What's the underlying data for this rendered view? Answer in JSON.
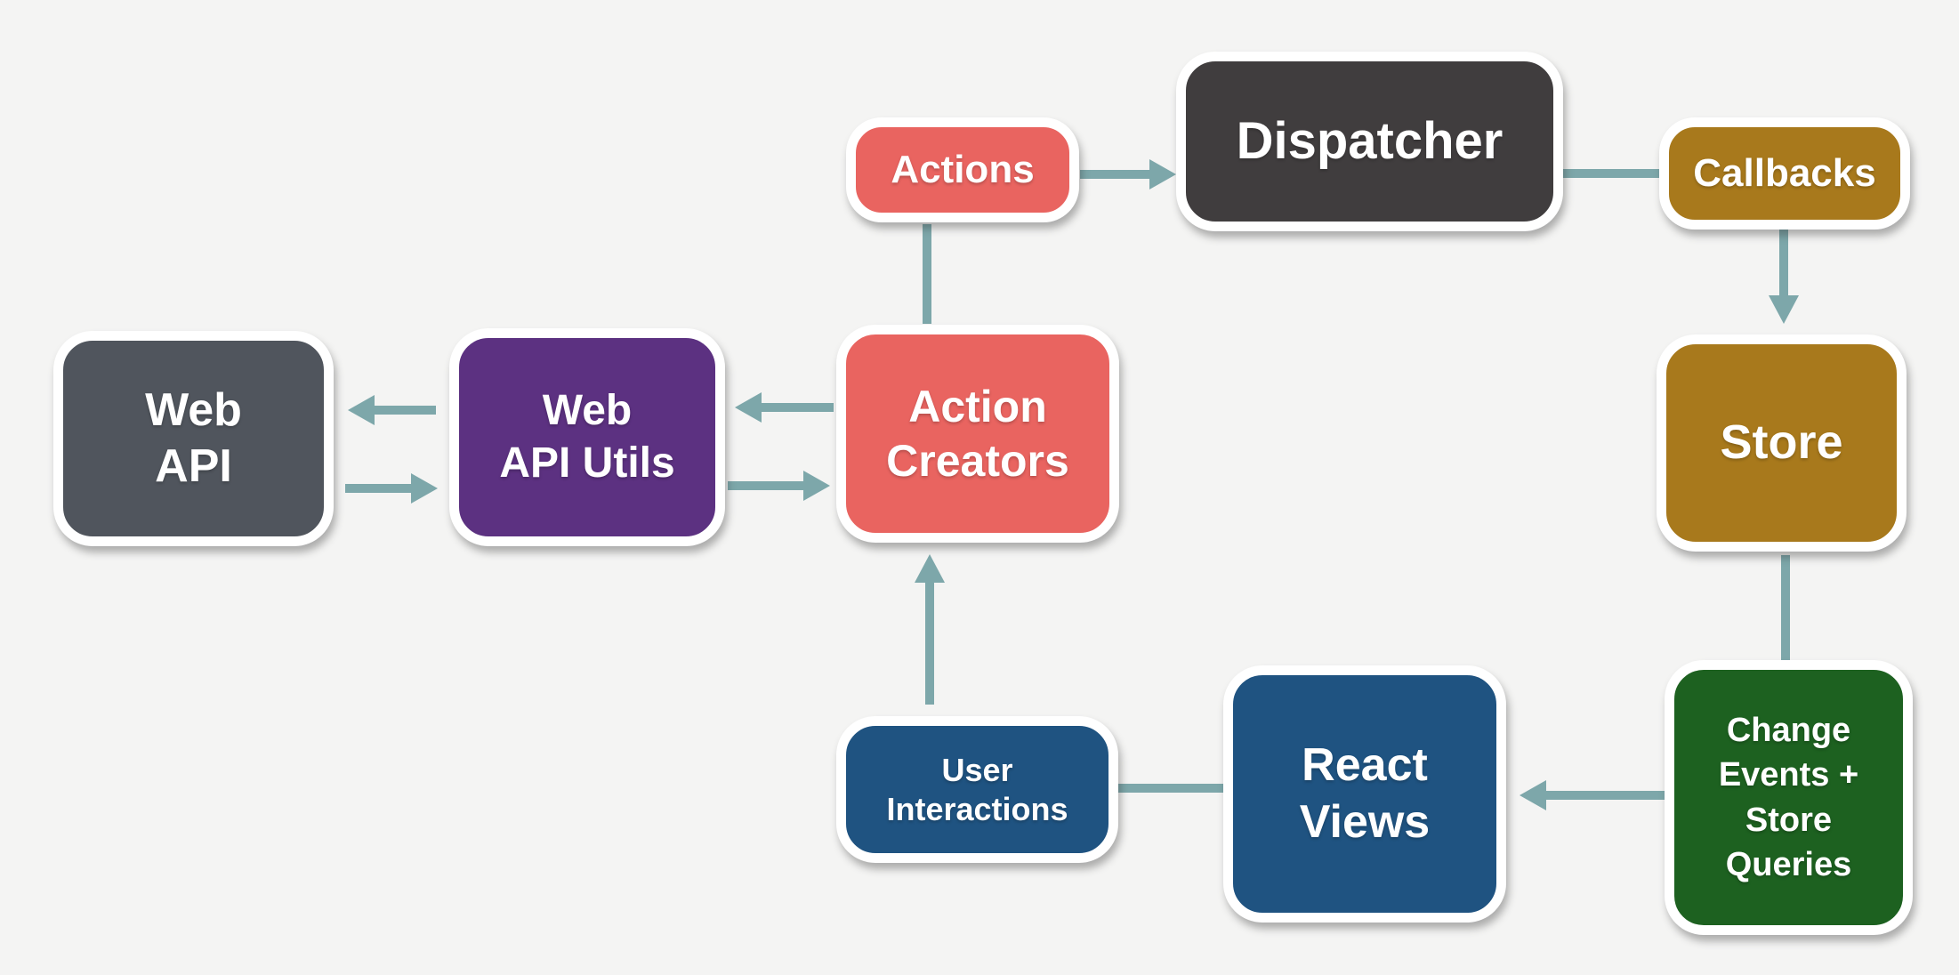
{
  "colors": {
    "background": "#f4f4f3",
    "connector": "#7da7aa",
    "node_border": "#ffffff",
    "node_text": "#ffffff",
    "salmon": "#e96460",
    "charcoal": "#403d3e",
    "gold": "#a8791c",
    "green": "#1d6120",
    "blue": "#1f5381",
    "purple": "#5c3181",
    "slate": "#50555d"
  },
  "diagram": {
    "nodes": [
      {
        "id": "web-api",
        "label": "Web\nAPI",
        "color": "#50555d"
      },
      {
        "id": "web-api-utils",
        "label": "Web\nAPI Utils",
        "color": "#5c3181"
      },
      {
        "id": "action-creators",
        "label": "Action\nCreators",
        "color": "#e96460"
      },
      {
        "id": "actions",
        "label": "Actions",
        "color": "#e96460"
      },
      {
        "id": "dispatcher",
        "label": "Dispatcher",
        "color": "#403d3e"
      },
      {
        "id": "callbacks",
        "label": "Callbacks",
        "color": "#a8791c"
      },
      {
        "id": "store",
        "label": "Store",
        "color": "#a8791c"
      },
      {
        "id": "change-events",
        "label": "Change\nEvents +\nStore\nQueries",
        "color": "#1d6120"
      },
      {
        "id": "react-views",
        "label": "React\nViews",
        "color": "#1f5381"
      },
      {
        "id": "user-interactions",
        "label": "User\nInteractions",
        "color": "#1f5381"
      }
    ],
    "connectors": [
      {
        "from": "actions",
        "to": "dispatcher",
        "direction": "right",
        "arrowhead": true
      },
      {
        "from": "dispatcher",
        "to": "callbacks",
        "direction": "right",
        "arrowhead": false
      },
      {
        "from": "callbacks",
        "to": "store",
        "direction": "down",
        "arrowhead": true
      },
      {
        "from": "store",
        "to": "change-events",
        "direction": "down",
        "arrowhead": false
      },
      {
        "from": "change-events",
        "to": "react-views",
        "direction": "left",
        "arrowhead": true
      },
      {
        "from": "react-views",
        "to": "user-interactions",
        "direction": "left",
        "arrowhead": false
      },
      {
        "from": "user-interactions",
        "to": "action-creators",
        "direction": "up",
        "arrowhead": true
      },
      {
        "from": "action-creators",
        "to": "actions",
        "direction": "up",
        "arrowhead": false
      },
      {
        "from": "action-creators",
        "to": "web-api-utils",
        "direction": "left",
        "arrowhead": true
      },
      {
        "from": "web-api-utils",
        "to": "action-creators",
        "direction": "right",
        "arrowhead": true
      },
      {
        "from": "web-api-utils",
        "to": "web-api",
        "direction": "left",
        "arrowhead": true
      },
      {
        "from": "web-api",
        "to": "web-api-utils",
        "direction": "right",
        "arrowhead": true
      }
    ]
  }
}
